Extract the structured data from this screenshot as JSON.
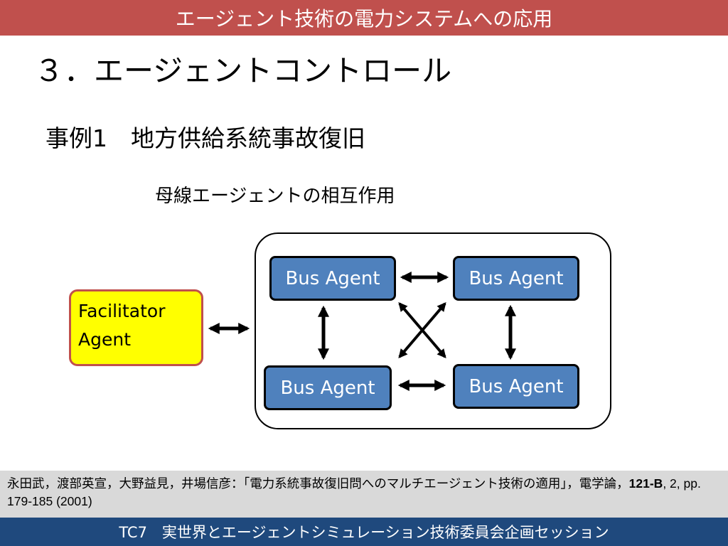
{
  "header": {
    "title": "エージェント技術の電力システムへの応用"
  },
  "slide": {
    "title": "３．エージェントコントロール",
    "subtitle": "事例1　地方供給系統事故復旧",
    "diagram_caption": "母線エージェントの相互作用"
  },
  "diagram": {
    "facilitator": {
      "line1": "Facilitator",
      "line2": "Agent"
    },
    "bus_agents": [
      {
        "label": "Bus Agent"
      },
      {
        "label": "Bus Agent"
      },
      {
        "label": "Bus Agent"
      },
      {
        "label": "Bus Agent"
      }
    ],
    "colors": {
      "bus_fill": "#4f81bd",
      "facilitator_fill": "#ffff00",
      "facilitator_border": "#c0504d"
    }
  },
  "reference": {
    "text_before": "永田武，渡部英宣，大野益見，井場信彦：「電力系統事故復旧問へのマルチエージェント技術の適用」，電学論，",
    "volume": "121-B",
    "text_after": ", 2, pp. 179-185 (2001)"
  },
  "footer": {
    "text": "TC7　実世界とエージェントシミュレーション技術委員会企画セッション"
  },
  "colors": {
    "header_bg": "#c0504d",
    "footer_bg": "#1f497d",
    "reference_bg": "#d9d9d9"
  }
}
